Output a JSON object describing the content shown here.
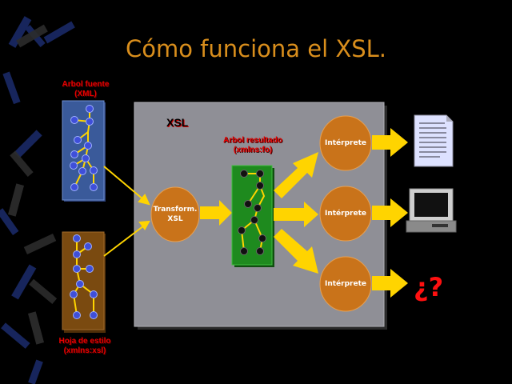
{
  "slide": {
    "title": "Cómo funciona el XSL.",
    "source_tree": {
      "label_line1": "Arbol fuente",
      "label_line2": "(XML)"
    },
    "stylesheet_tree": {
      "label_line1": "Hoja de estilo",
      "label_line2": "(xmlns:xsl)"
    },
    "xsl_box_label": "XSL",
    "result_tree": {
      "label_line1": "Arbol resultado",
      "label_line2": "(xmlns:fo)"
    },
    "transform": {
      "line1": "Transform.",
      "line2": "XSL"
    },
    "interpreters": [
      "Intérprete",
      "Intérprete",
      "Intérprete"
    ],
    "unknown_output": "¿?",
    "outputs": [
      "document-icon",
      "computer-icon",
      "question-mark"
    ],
    "colors": {
      "title": "#d98e1c",
      "box": "#8f8f96",
      "circle": "#c9731a",
      "arrow": "#ffd400",
      "source_tree_bg": "#3a5a9a",
      "stylesheet_tree_bg": "#7a4a10",
      "result_tree_bg": "#1e8a1e",
      "label_red": "#e60000"
    }
  }
}
